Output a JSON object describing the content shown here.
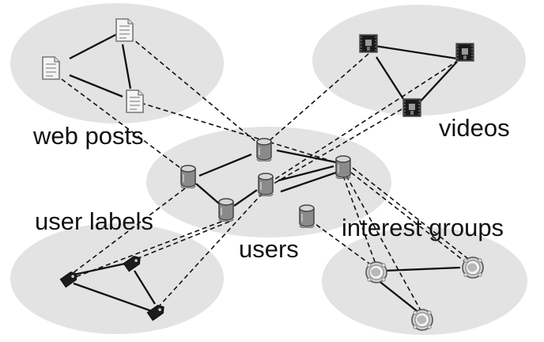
{
  "colors": {
    "background": "#ffffff",
    "cluster_fill": "#e3e3e3",
    "edge": "#111111",
    "label": "#111111"
  },
  "labels": {
    "web_posts": "web posts",
    "videos": "videos",
    "users": "users",
    "user_labels": "user labels",
    "interest_groups": "interest groups"
  },
  "icons": {
    "web_posts": "document-icon",
    "videos": "video-film-icon",
    "users": "user-cylinder-icon",
    "user_labels": "tag-label-icon",
    "interest_groups": "group-globe-icon"
  },
  "clusters": [
    "web-posts",
    "videos",
    "users",
    "user-labels",
    "interest-groups"
  ]
}
